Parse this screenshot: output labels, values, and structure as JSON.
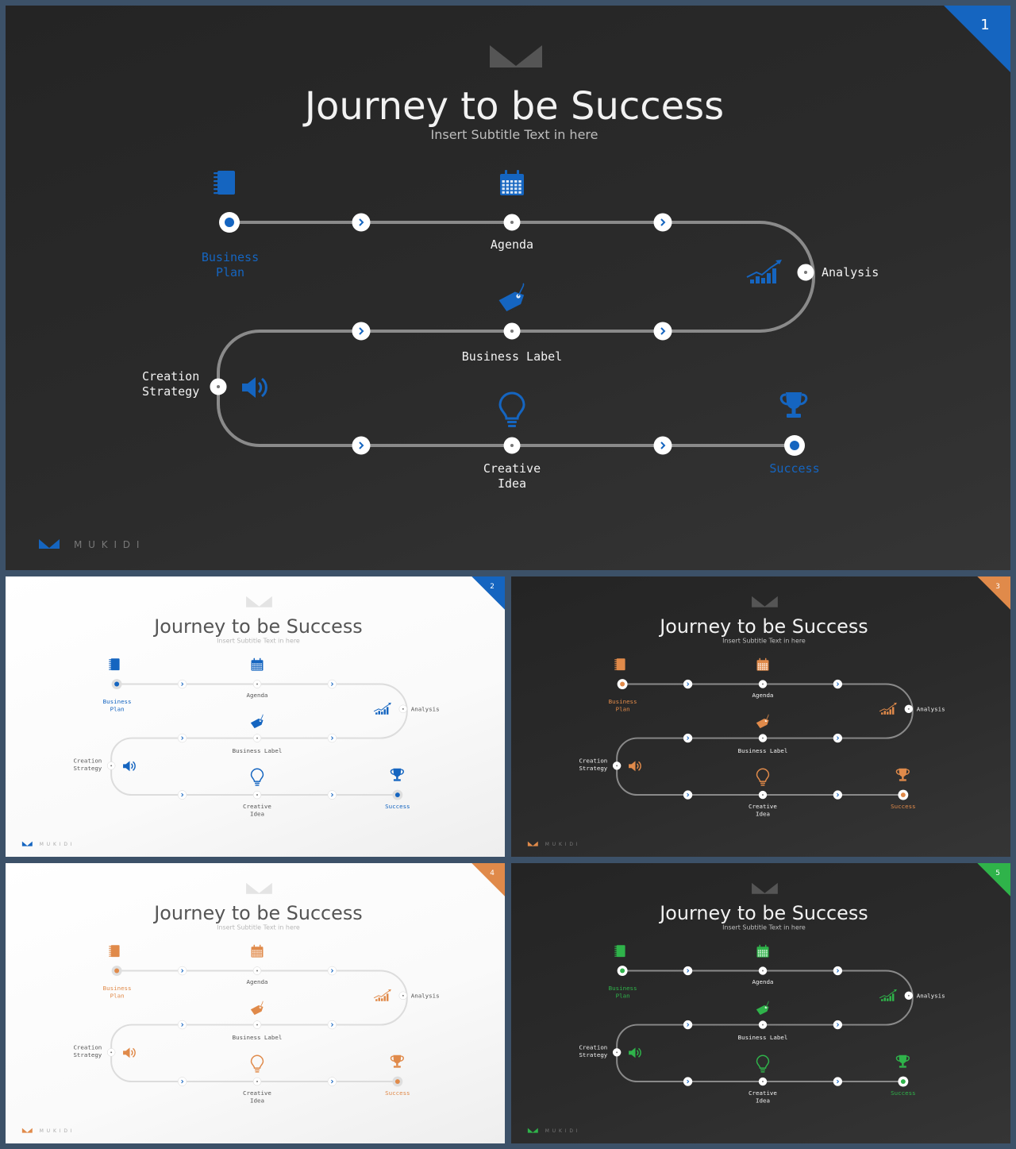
{
  "brand": "M U K I D I",
  "slides": [
    {
      "number": "1",
      "theme": "dark",
      "accent": "#1565c0",
      "title": "Journey to be Success",
      "subtitle": "Insert Subtitle Text in here"
    },
    {
      "number": "2",
      "theme": "light",
      "accent": "#1565c0",
      "title": "Journey to be Success",
      "subtitle": "Insert Subtitle Text in here"
    },
    {
      "number": "3",
      "theme": "dark",
      "accent": "#e08a4a",
      "title": "Journey to be Success",
      "subtitle": "Insert Subtitle Text in here"
    },
    {
      "number": "4",
      "theme": "light",
      "accent": "#e08a4a",
      "title": "Journey to be Success",
      "subtitle": "Insert Subtitle Text in here"
    },
    {
      "number": "5",
      "theme": "dark",
      "accent": "#2fb34a",
      "title": "Journey to be Success",
      "subtitle": "Insert Subtitle Text in here"
    }
  ],
  "milestones": {
    "business_plan": [
      "Business",
      "Plan"
    ],
    "agenda": [
      "Agenda"
    ],
    "analysis": [
      "Analysis"
    ],
    "business_label": [
      "Business Label"
    ],
    "creation_strategy": [
      "Creation",
      "Strategy"
    ],
    "creative_idea": [
      "Creative",
      "Idea"
    ],
    "success": [
      "Success"
    ]
  },
  "icons": {
    "business_plan": "notebook-icon",
    "agenda": "calendar-icon",
    "analysis": "chart-growth-icon",
    "business_label": "price-tag-icon",
    "creation_strategy": "speaker-icon",
    "creative_idea": "lightbulb-icon",
    "success": "trophy-icon"
  }
}
